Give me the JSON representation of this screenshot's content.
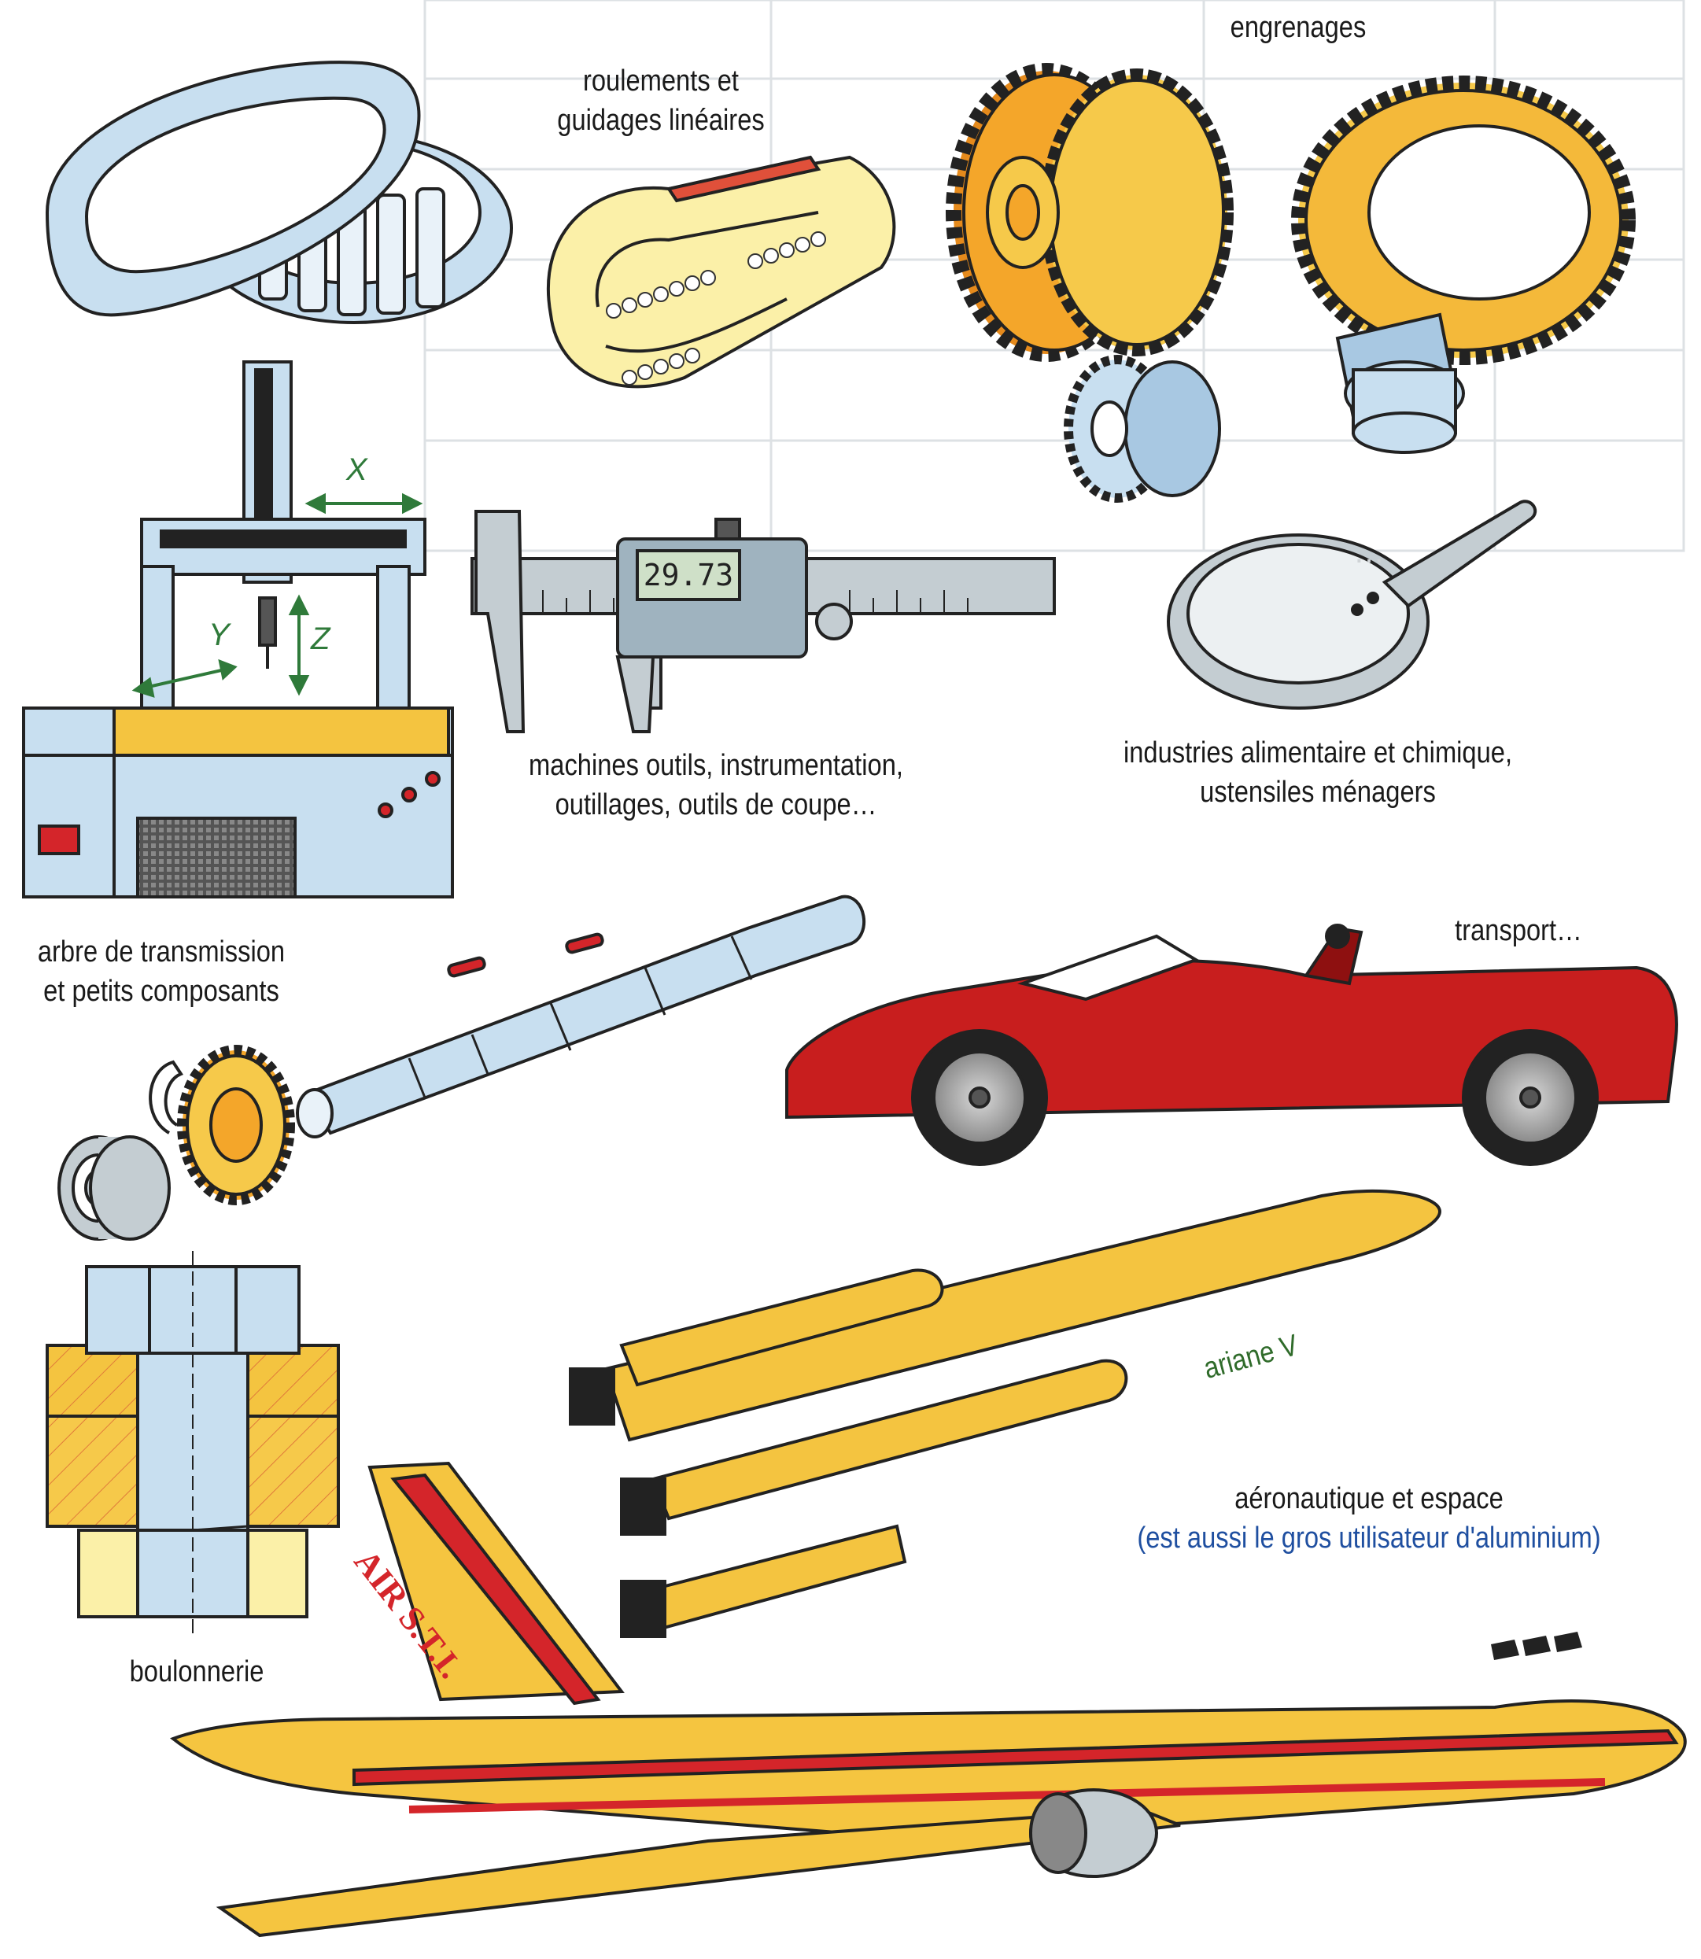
{
  "labels": {
    "engrenages": "engrenages",
    "roulements_line1": "roulements et",
    "roulements_line2": "guidages linéaires",
    "machines_line1": "machines outils, instrumentation,",
    "machines_line2": "outillages, outils de coupe…",
    "industries_line1": "industries alimentaire et chimique,",
    "industries_line2": "ustensiles ménagers",
    "arbre_line1": "arbre de transmission",
    "arbre_line2": "et petits composants",
    "transport": "transport…",
    "ariane": "ariane V",
    "aero_line1": "aéronautique et espace",
    "aero_line2": "(est aussi le gros utilisateur d'aluminium)",
    "boulonnerie": "boulonnerie"
  },
  "axes": {
    "x": "X",
    "y": "Y",
    "z": "Z"
  },
  "caliper_display": "29.73",
  "airplane_livery": "AIR S.T.I.",
  "colors": {
    "steel_blue": "#c8dff0",
    "gear_orange": "#f4a62a",
    "gear_yellow": "#f6c94a",
    "pale_yellow": "#fbf0a8",
    "car_red": "#c81e1e",
    "rocket_yellow": "#f4c440",
    "plane_yellow": "#f5c540",
    "stripe_red": "#d4252a",
    "label_green": "#2f6b2a",
    "label_blue": "#1f4fa0"
  }
}
